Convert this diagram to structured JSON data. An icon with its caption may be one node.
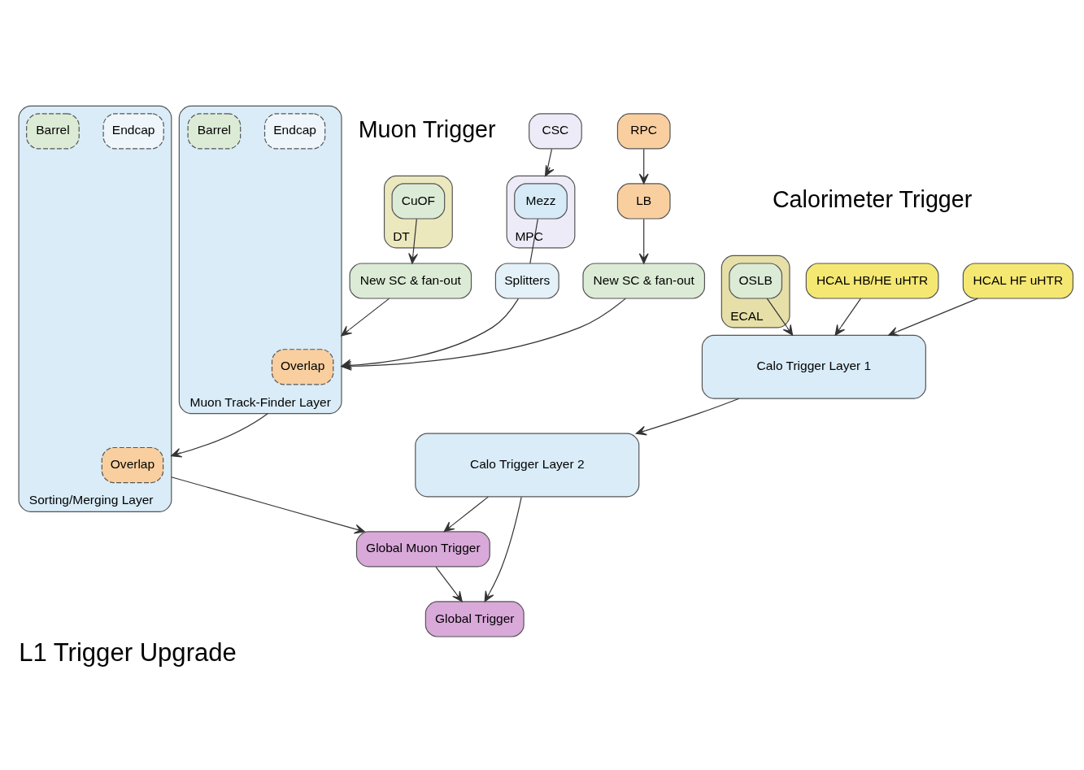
{
  "diagram": {
    "title": "L1 Trigger Upgrade",
    "nodes": [
      {
        "text": [
          "ECAL"
        ]
      },
      {
        "text": [
          "OSLB"
        ],
        "in": 0
      },
      {
        "text": [
          "HCAL HB/HE uHTR"
        ]
      },
      {
        "text": [
          "HCAL HF uHTR"
        ]
      },
      {
        "text": [
          "CSC"
        ]
      },
      {
        "text": [
          "DT"
        ]
      },
      {
        "text": [
          "CuOF"
        ],
        "in": 5
      },
      {
        "text": [
          "RPC"
        ]
      },
      {
        "text": [
          "MPC"
        ]
      },
      {
        "text": [
          "Mezz"
        ],
        "in": 8
      },
      {
        "text": [
          "New SC & fan-out"
        ]
      },
      {
        "text": [
          "LB"
        ]
      },
      {
        "text": [
          "Splitters"
        ]
      },
      {
        "text": [
          "New SC & fan-out"
        ]
      },
      {
        "text": [
          "Calo Trigger Layer 1"
        ]
      },
      {
        "text": [
          "Calo Trigger Layer 2"
        ]
      },
      {
        "text": [
          "Muon Track-Finder Layer"
        ]
      },
      {
        "text": [
          "Endcap"
        ],
        "in": 16
      },
      {
        "text": [
          "Overlap"
        ],
        "in": 16
      },
      {
        "text": [
          "Barrel"
        ],
        "in": 16
      },
      {
        "text": [
          "Sorting/Merging Layer"
        ]
      },
      {
        "text": [
          "Endcap"
        ],
        "in": 20
      },
      {
        "text": [
          "Overlap"
        ],
        "in": 20
      },
      {
        "text": [
          "Barrel"
        ],
        "in": 20
      },
      {
        "text": [
          "Global Muon Trigger"
        ]
      },
      {
        "text": [
          "Global Trigger"
        ]
      }
    ],
    "edges": [
      {
        "from": 1,
        "to": 14,
        "arrow": "to"
      },
      {
        "from": 2,
        "to": 14,
        "arrow": "to"
      },
      {
        "from": 3,
        "to": 14,
        "arrow": "to"
      },
      {
        "from": 4,
        "to": 8,
        "arrow": "to"
      },
      {
        "from": 6,
        "to": 10,
        "arrow": "to"
      },
      {
        "from": 7,
        "to": 11,
        "arrow": "to"
      },
      {
        "from": 9,
        "to": 12,
        "arrow": "none"
      },
      {
        "from": 11,
        "to": 13,
        "arrow": "to"
      },
      {
        "from": 12,
        "to": 16,
        "arrow": "to"
      },
      {
        "from": 13,
        "to": 16,
        "arrow": "to"
      },
      {
        "from": 10,
        "to": 16,
        "arrow": "to"
      },
      {
        "from": 14,
        "to": 15,
        "arrow": "to"
      },
      {
        "from": 16,
        "to": 20,
        "arrow": "to"
      },
      {
        "from": 20,
        "to": 24,
        "arrow": "to"
      },
      {
        "from": 15,
        "to": 24,
        "arrow": "to"
      },
      {
        "from": 15,
        "to": 25,
        "arrow": "to"
      },
      {
        "from": 24,
        "to": 25,
        "arrow": "to"
      }
    ],
    "labels": [
      "Calorimeter Trigger",
      "Muon Trigger"
    ]
  }
}
